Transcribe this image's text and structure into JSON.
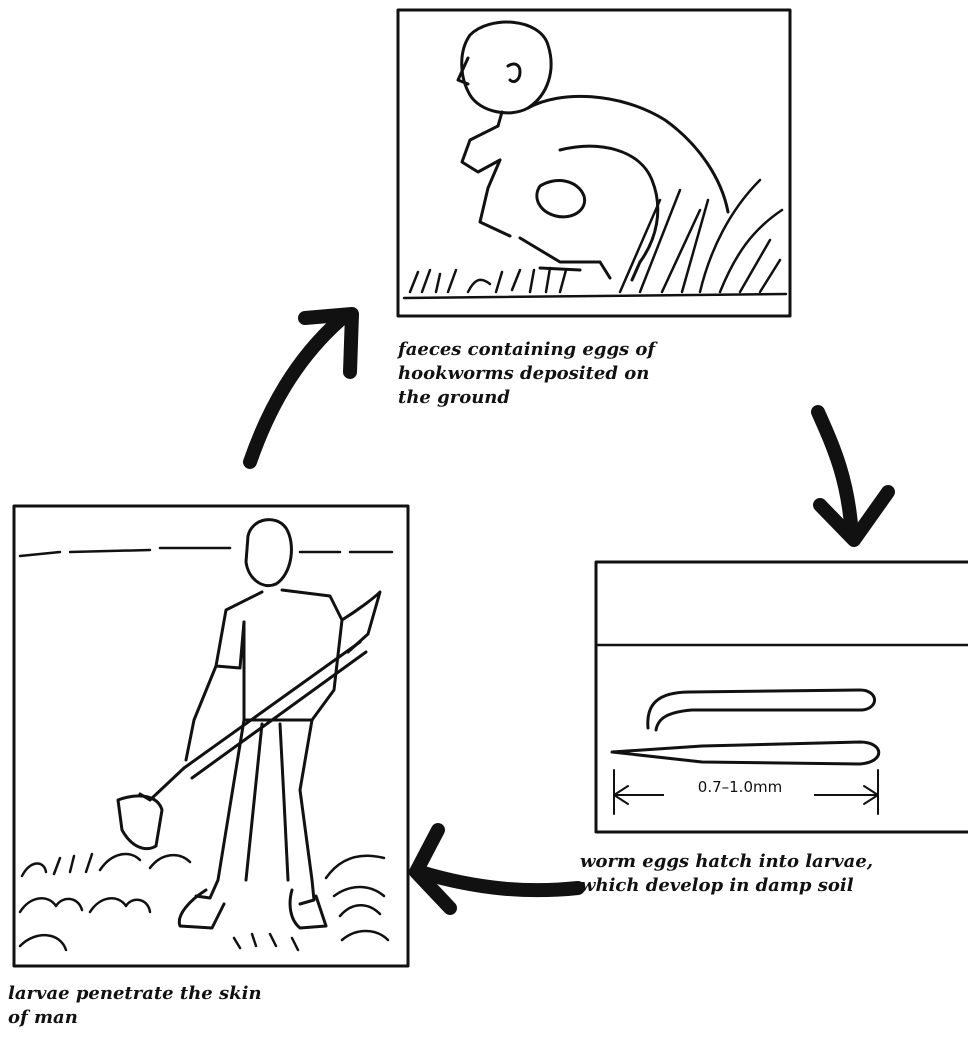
{
  "stages": [
    {
      "id": "deposit",
      "caption_lines": [
        "faeces containing eggs of",
        "hookworms deposited on",
        "the ground"
      ]
    },
    {
      "id": "hatch",
      "caption_lines": [
        "worm eggs hatch into larvae,",
        "which develop in damp soil"
      ],
      "scale_label": "0.7–1.0mm"
    },
    {
      "id": "penetrate",
      "caption_lines": [
        "larvae penetrate the skin",
        "of man"
      ]
    }
  ],
  "colors": {
    "ink": "#111111",
    "background": "#ffffff"
  }
}
